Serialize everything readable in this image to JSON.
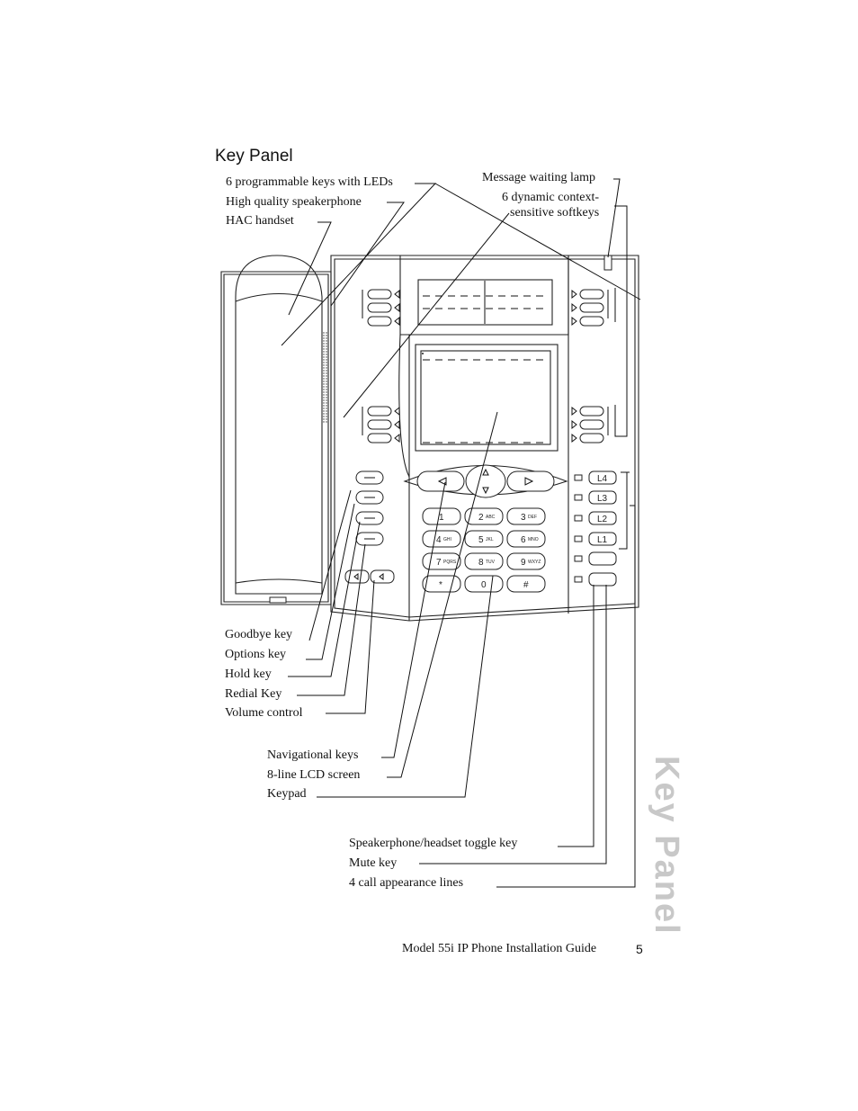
{
  "heading": "Key Panel",
  "side_tab": "Key Panel",
  "footer": {
    "title": "Model 55i IP Phone Installation Guide",
    "page": "5"
  },
  "callouts": {
    "programmable_keys": "6 programmable keys with LEDs",
    "speakerphone": "High quality speakerphone",
    "hac_handset": "HAC handset",
    "message_lamp": "Message waiting lamp",
    "softkeys_line1": "6 dynamic context-",
    "softkeys_line2": "sensitive softkeys",
    "goodbye": "Goodbye key",
    "options": "Options key",
    "hold": "Hold key",
    "redial": "Redial Key",
    "volume": "Volume control",
    "nav": "Navigational keys",
    "lcd": "8-line LCD screen",
    "keypad": "Keypad",
    "speaker_toggle": "Speakerphone/headset toggle key",
    "mute": "Mute key",
    "call_lines": "4 call appearance lines"
  },
  "phone": {
    "keypad": [
      {
        "digit": "1",
        "letters": ""
      },
      {
        "digit": "2",
        "letters": "ABC"
      },
      {
        "digit": "3",
        "letters": "DEF"
      },
      {
        "digit": "4",
        "letters": "GHI"
      },
      {
        "digit": "5",
        "letters": "JKL"
      },
      {
        "digit": "6",
        "letters": "MNO"
      },
      {
        "digit": "7",
        "letters": "PQRS"
      },
      {
        "digit": "8",
        "letters": "TUV"
      },
      {
        "digit": "9",
        "letters": "WXYZ"
      },
      {
        "digit": "*",
        "letters": ""
      },
      {
        "digit": "0",
        "letters": ""
      },
      {
        "digit": "#",
        "letters": ""
      }
    ],
    "line_keys": [
      "L4",
      "L3",
      "L2",
      "L1"
    ]
  }
}
